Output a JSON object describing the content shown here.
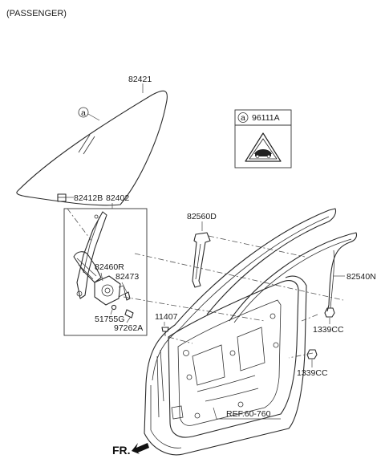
{
  "header": {
    "title": "(PASSENGER)"
  },
  "parts": {
    "glass": "82421",
    "channel_sub": "82412B",
    "regulator_assy": "82402",
    "motor": "82460R",
    "bolt_a": "82473",
    "grommet": "51755G",
    "clip": "97262A",
    "screw": "11407",
    "guide_rail": "82560D",
    "weatherstrip": "82540N",
    "nut_upper": "1339CC",
    "nut_lower": "1339CC"
  },
  "callout": {
    "marker": "a",
    "part": "96111A"
  },
  "glass_marker": "a",
  "reference": "REF.60-760",
  "direction": "FR."
}
